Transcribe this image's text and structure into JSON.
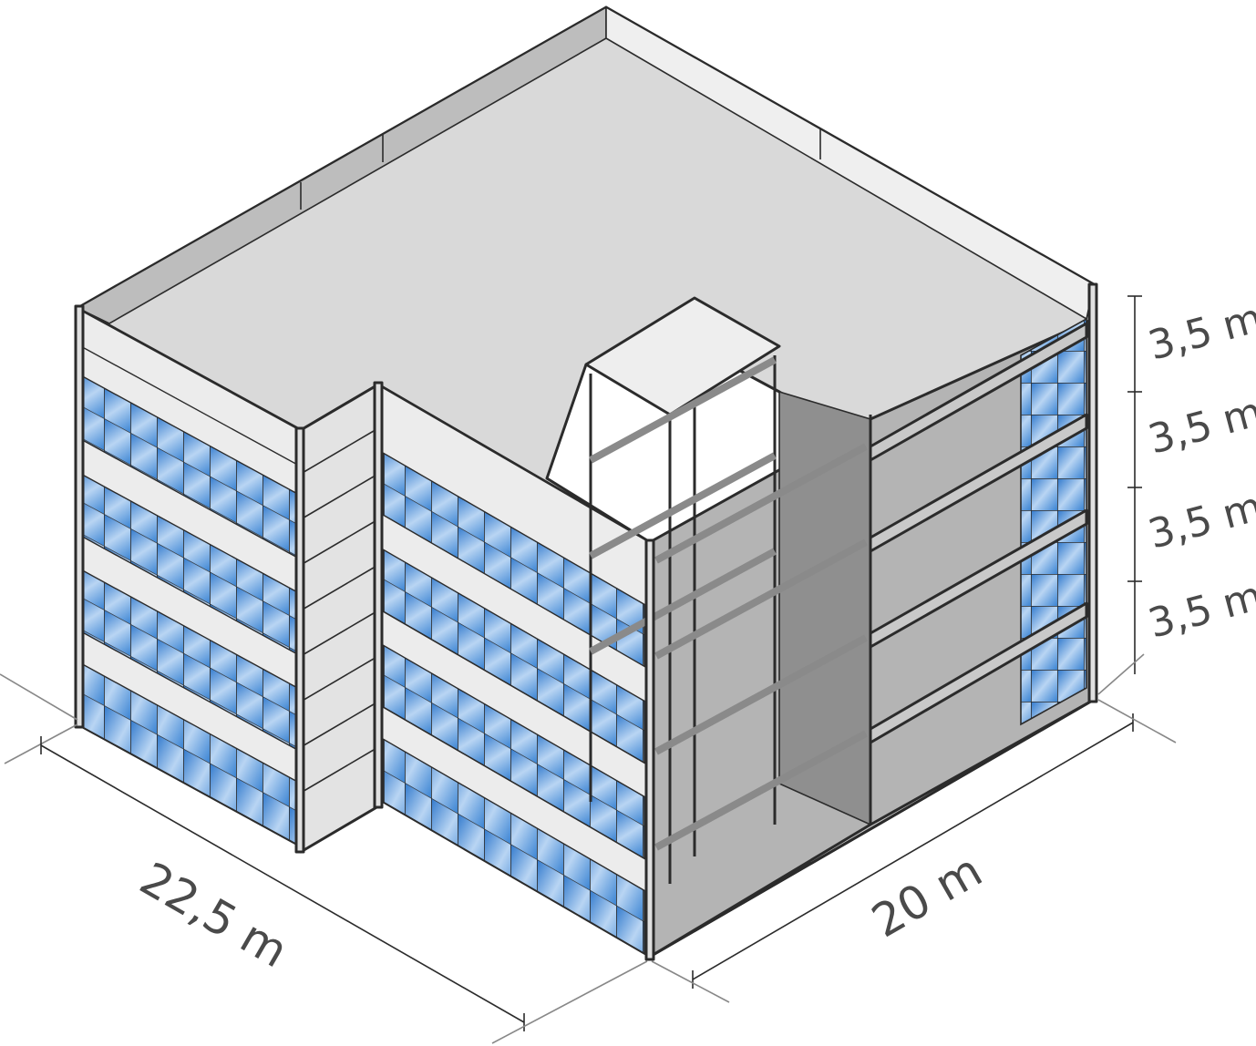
{
  "dimensions": {
    "width_label": "22,5 m",
    "depth_label": "20 m",
    "floor_heights": [
      "3,5 m",
      "3,5 m",
      "3,5 m",
      "3,5 m"
    ]
  },
  "colors": {
    "glass": "#3f86d4",
    "glass_light": "#c9def5",
    "roof": "#d9d9d9",
    "wall_light": "#e9e9e9",
    "interior": "#a9a9a9",
    "outline": "#2b2b2b",
    "dimension_line": "#2b2b2b"
  }
}
